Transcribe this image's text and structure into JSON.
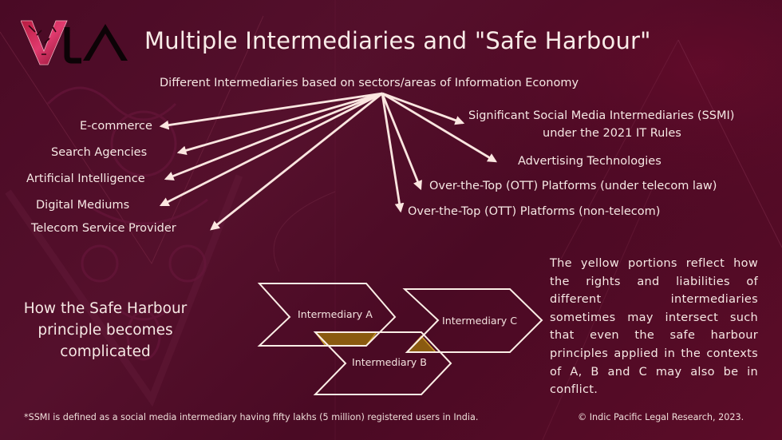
{
  "logo": {
    "text": "VLA",
    "letters": [
      "V",
      "L",
      "A"
    ]
  },
  "header": {
    "title": "Multiple Intermediaries and \"Safe Harbour\"",
    "subtitle": "Different Intermediaries based on sectors/areas of Information Economy"
  },
  "intermediaries_left": [
    {
      "label": "E-commerce"
    },
    {
      "label": "Search Agencies"
    },
    {
      "label": "Artificial Intelligence"
    },
    {
      "label": "Digital Mediums"
    },
    {
      "label": "Telecom Service Provider"
    }
  ],
  "intermediaries_right": [
    {
      "label": "Significant Social Media Intermediaries (SSMI)",
      "label_line2": "under the 2021 IT Rules"
    },
    {
      "label": "Advertising Technologies"
    },
    {
      "label": "Over-the-Top (OTT) Platforms (under telecom law)"
    },
    {
      "label": "Over-the-Top (OTT) Platforms (non-telecom)"
    }
  ],
  "section": {
    "heading_lines": [
      "How the Safe Harbour",
      "principle becomes",
      "complicated"
    ]
  },
  "chevrons": [
    {
      "label": "Intermediary A"
    },
    {
      "label": "Intermediary B"
    },
    {
      "label": "Intermediary C"
    }
  ],
  "explanation": "The yellow portions reflect how the rights and liabilities of different intermediaries sometimes may intersect such that even the safe harbour principles applied in the contexts of A, B and C may also be in conflict.",
  "footer": {
    "footnote": "*SSMI is defined as a social media intermediary having fifty lakhs (5 million) registered users in India.",
    "copyright": "© Indic Pacific Legal Research, 2023."
  },
  "colors": {
    "background": "#4e0b27",
    "text": "#f6e8e4",
    "arrow": "#fbe6e0",
    "overlap_yellow": "#8a5a10",
    "overlap_edge": "#c99a2a",
    "logo_v": "#c2204a",
    "logo_la": "#0c0306"
  }
}
